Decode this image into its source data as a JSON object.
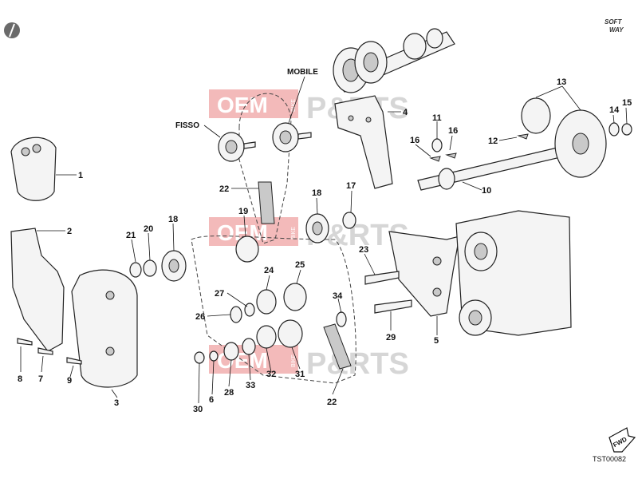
{
  "diagram": {
    "drawing_code": "TST00082",
    "brand_logo": {
      "line1": "SOFT",
      "line2": "WAY"
    },
    "fwd_label": "FWD",
    "word_labels": {
      "fisso": "FISSO",
      "mobile": "MOBILE"
    },
    "watermark": {
      "oem": "OEM",
      "bike": "BIKE",
      "parts": "P&RTS"
    },
    "callouts": [
      "1",
      "2",
      "3",
      "4",
      "5",
      "6",
      "7",
      "8",
      "9",
      "10",
      "11",
      "12",
      "13",
      "14",
      "15",
      "16",
      "16",
      "17",
      "18",
      "18",
      "19",
      "20",
      "21",
      "22",
      "22",
      "23",
      "24",
      "25",
      "26",
      "27",
      "28",
      "29",
      "30",
      "31",
      "32",
      "33",
      "34"
    ]
  }
}
